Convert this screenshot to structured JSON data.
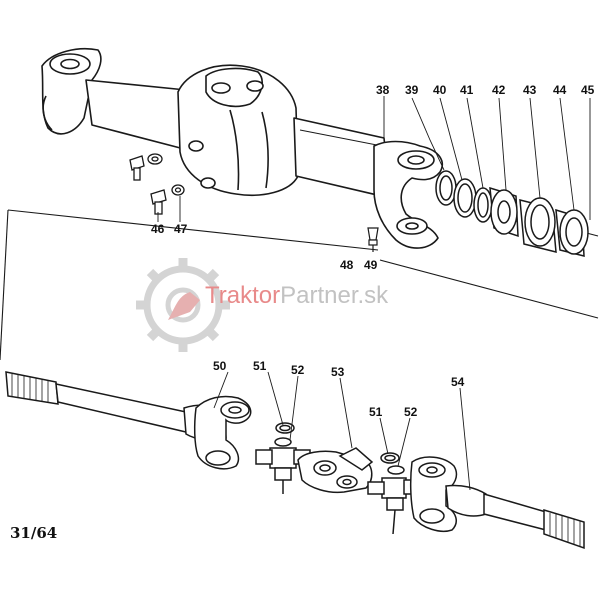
{
  "colors": {
    "ink": "#1a1a1a",
    "watermark_red": "#e88a8a",
    "watermark_grey": "#c8c8c8"
  },
  "watermark": {
    "brand_part1": "Traktor",
    "brand_part2": "Partner.sk"
  },
  "page_number": "31/64",
  "callouts": [
    {
      "id": "38",
      "label": "38"
    },
    {
      "id": "39",
      "label": "39"
    },
    {
      "id": "40",
      "label": "40"
    },
    {
      "id": "41",
      "label": "41"
    },
    {
      "id": "42",
      "label": "42"
    },
    {
      "id": "43",
      "label": "43"
    },
    {
      "id": "44",
      "label": "44"
    },
    {
      "id": "45",
      "label": "45"
    },
    {
      "id": "46",
      "label": "46"
    },
    {
      "id": "47",
      "label": "47"
    },
    {
      "id": "48",
      "label": "48"
    },
    {
      "id": "49",
      "label": "49"
    },
    {
      "id": "50",
      "label": "50"
    },
    {
      "id": "51a",
      "label": "51"
    },
    {
      "id": "52a",
      "label": "52"
    },
    {
      "id": "53",
      "label": "53"
    },
    {
      "id": "51b",
      "label": "51"
    },
    {
      "id": "52b",
      "label": "52"
    },
    {
      "id": "54",
      "label": "54"
    }
  ]
}
